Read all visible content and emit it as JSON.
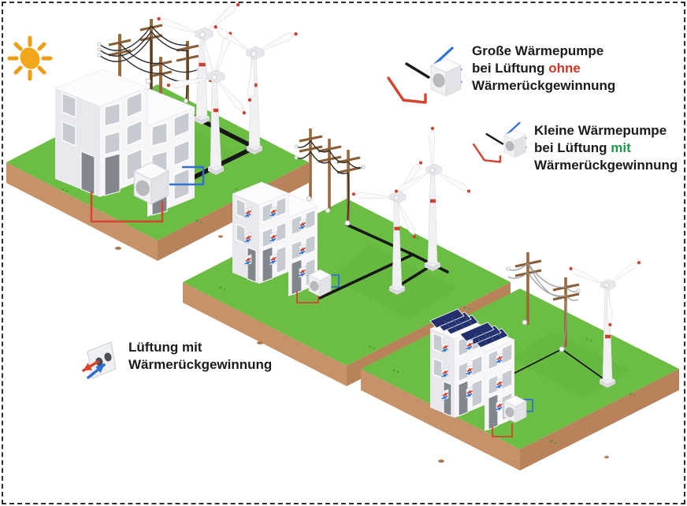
{
  "legend_large_heat_pump": {
    "line1": "Große Wärmepumpe",
    "line2_prefix": "bei Lüftung ",
    "line2_highlight": "ohne",
    "line3": "Wärmerückgewinnung"
  },
  "legend_small_heat_pump": {
    "line1": "Kleine Wärmepumpe",
    "line2_prefix": "bei Lüftung ",
    "line2_highlight": "mit",
    "line3": "Wärmerückgewinnung"
  },
  "legend_ventilation": {
    "line1": "Lüftung mit",
    "line2": "Wärmerückgewinnung"
  },
  "colors": {
    "highlight_red": "#d23527",
    "highlight_green": "#17984a",
    "grass": "#6cbd44",
    "soil": "#c6926a",
    "cable": "#171717",
    "pipe_warm": "#d8432f",
    "pipe_cold": "#2f6fd8",
    "solar_panel": "#24306e",
    "sun": "#f2a71b",
    "wood_pole": "#996a3d"
  },
  "scenes": [
    {
      "name": "left",
      "heat_pump_size": "large",
      "heat_recovery_ventilation": false,
      "solar_panels": false,
      "wind_turbines": 3,
      "power_pole_groups": 2,
      "grid_cable_weight": "thick"
    },
    {
      "name": "middle",
      "heat_pump_size": "small",
      "heat_recovery_ventilation": true,
      "solar_panels": false,
      "wind_turbines": 2,
      "power_pole_groups": 2,
      "grid_cable_weight": "medium"
    },
    {
      "name": "right",
      "heat_pump_size": "small",
      "heat_recovery_ventilation": true,
      "solar_panels": true,
      "wind_turbines": 1,
      "power_pole_groups": 1,
      "grid_cable_weight": "thin"
    }
  ]
}
